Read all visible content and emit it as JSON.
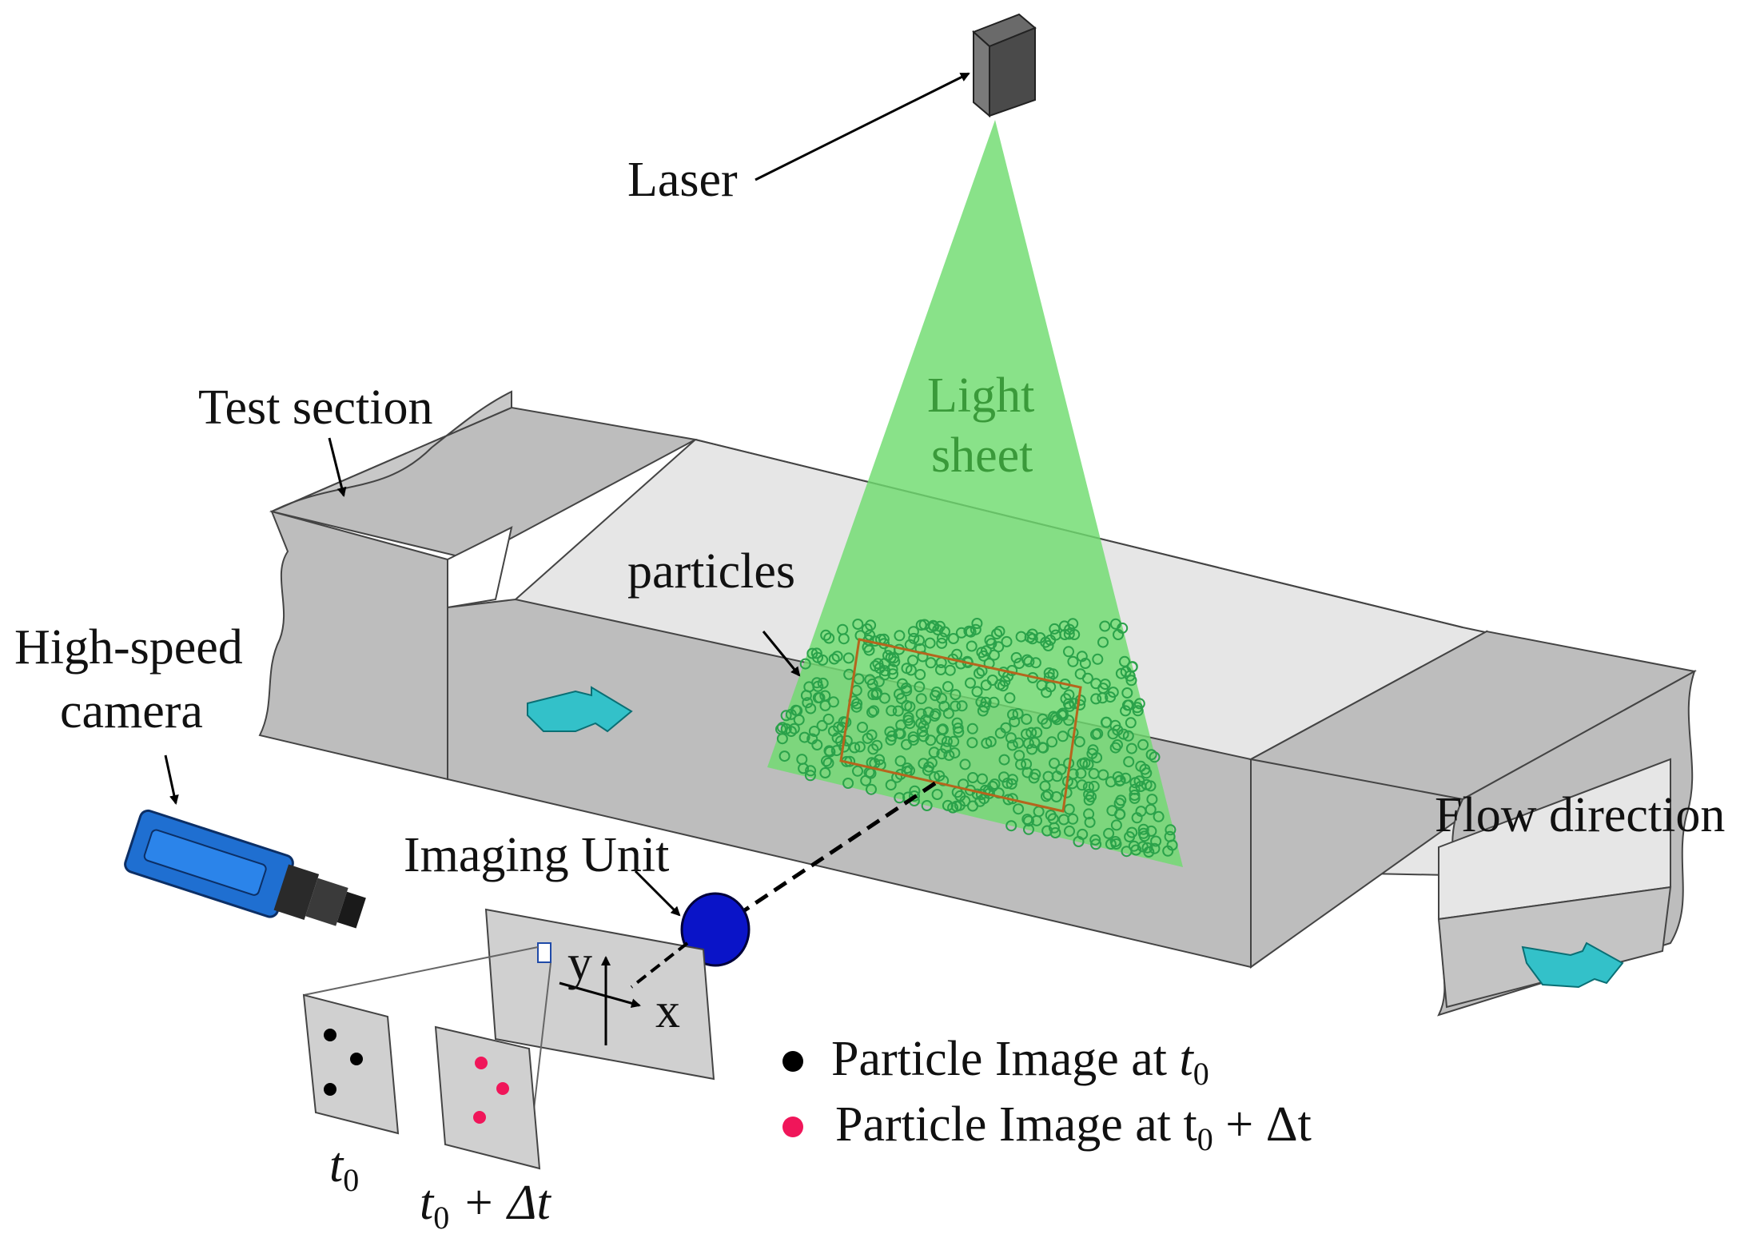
{
  "labels": {
    "laser": "Laser",
    "light_sheet_line1": "Light",
    "light_sheet_line2": "sheet",
    "test_section": "Test section",
    "particles": "particles",
    "camera_line1": "High-speed",
    "camera_line2": "camera",
    "imaging_unit": "Imaging Unit",
    "flow_direction": "Flow direction",
    "axis_x": "x",
    "axis_y": "y"
  },
  "frames": {
    "t0": {
      "base": "t",
      "sub": "0"
    },
    "t0_dt": {
      "base": "t",
      "sub": "0",
      "suffix": " + Δt"
    }
  },
  "legend": [
    {
      "marker_color": "#000000",
      "text": "Particle Image at ",
      "base": "t",
      "sub": "0",
      "suffix": "",
      "italic": true
    },
    {
      "marker_color": "#f0165a",
      "text": "Particle Image at ",
      "base": "t",
      "sub": "0",
      "suffix": " + Δt",
      "italic": false
    }
  ],
  "colors": {
    "light_sheet": "#6fdc6f",
    "light_sheet_text": "#3a9a3a",
    "channel_wall": "#bdbdbd",
    "channel_floor": "#e6e6e6",
    "particle": "#2aa24a",
    "roi_box": "#b5651d",
    "imaging_unit": "#0a14c8",
    "flow_arrow": "#33c1c9",
    "camera_body": "#1f6fd1"
  },
  "icons": [
    "laser-icon",
    "camera-icon",
    "flow-arrow-icon"
  ]
}
